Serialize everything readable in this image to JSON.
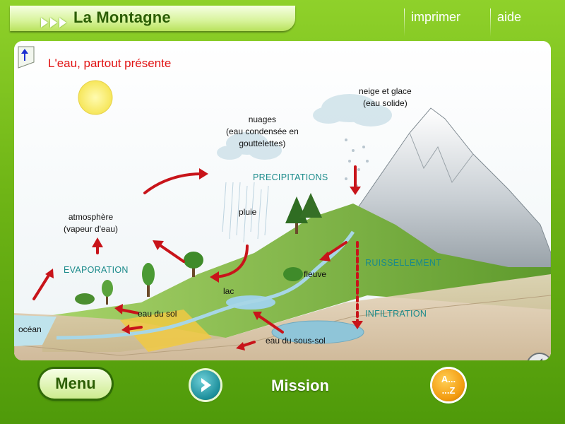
{
  "header": {
    "title": "La Montagne",
    "print_label": "imprimer",
    "help_label": "aide"
  },
  "content": {
    "section_title": "L'eau, partout présente",
    "labels": {
      "snow": [
        "neige et glace",
        "(eau solide)"
      ],
      "clouds": [
        "nuages",
        "(eau condensée en",
        "gouttelettes)"
      ],
      "atmosphere": [
        "atmosphère",
        "(vapeur d'eau)"
      ],
      "rain": "pluie",
      "river": "fleuve",
      "lake": "lac",
      "soil_water": "eau du sol",
      "ocean": "océan",
      "groundwater": "eau du sous-sol"
    },
    "processes": {
      "precipitations": "PRECIPITATIONS",
      "evaporation": "EVAPORATION",
      "runoff": "RUISSELLEMENT",
      "infiltration": "INFILTRATION"
    }
  },
  "footer": {
    "menu_label": "Menu",
    "mission_label": "Mission",
    "az_top": "A...",
    "az_bottom": "...Z"
  },
  "colors": {
    "frame_green": "#6fb516",
    "title_red": "#e11212",
    "process_teal": "#1a8a8a",
    "arrow_red": "#c8141a"
  },
  "icons": [
    "back-arrow-icon",
    "chevrons-icon",
    "next-arrow-icon",
    "speaker-icon"
  ]
}
